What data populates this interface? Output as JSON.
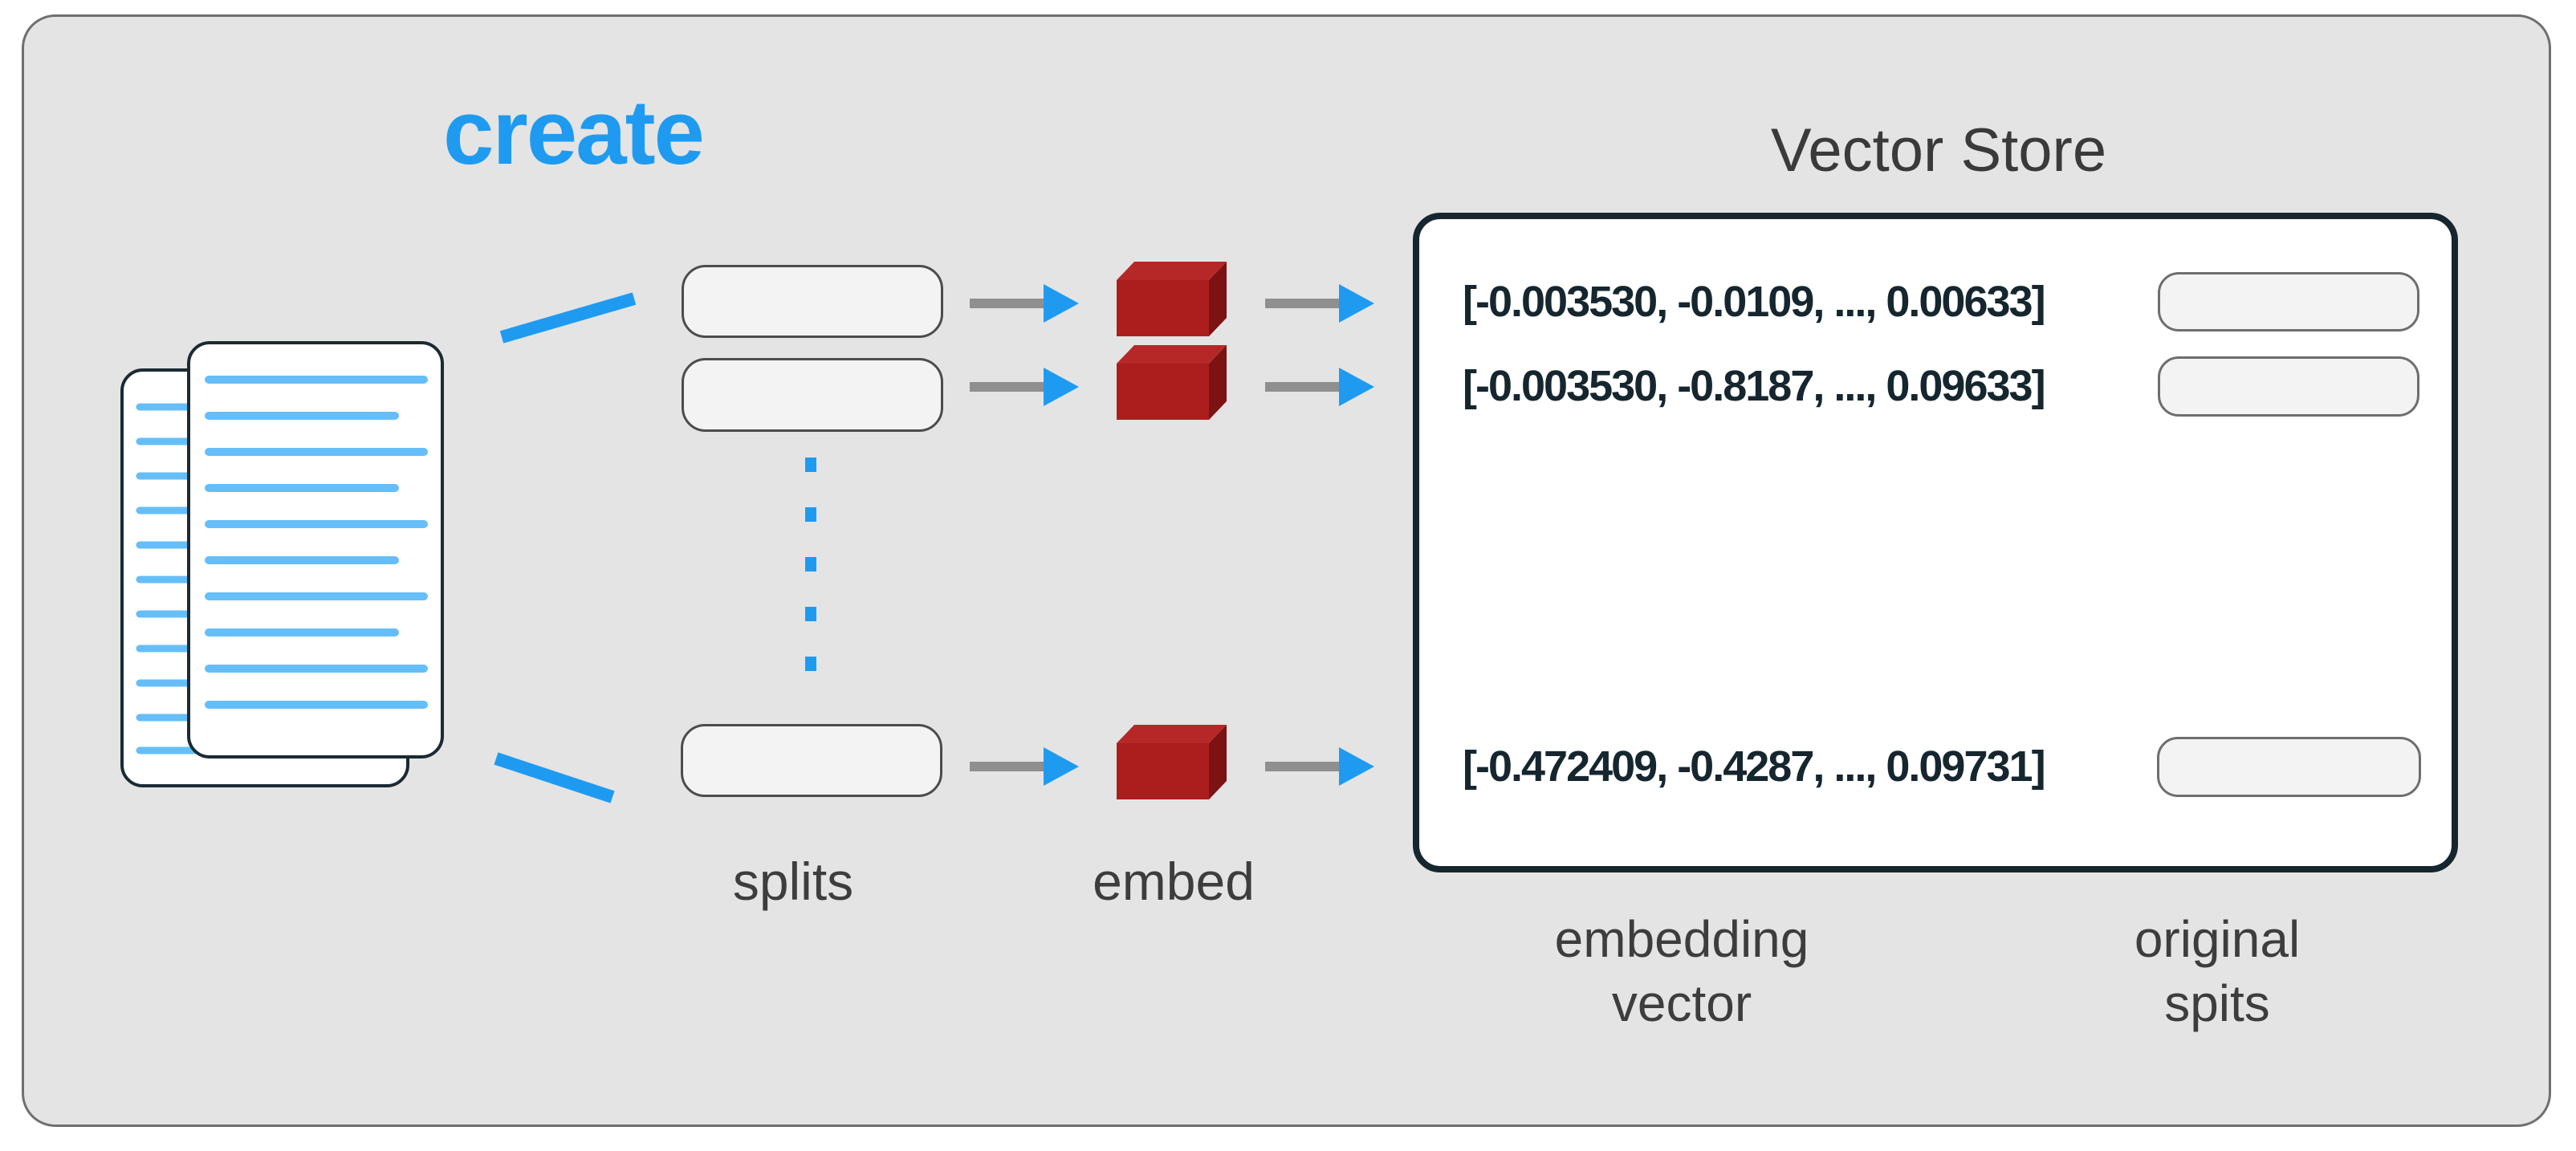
{
  "diagram": {
    "create_label": "create",
    "vector_store": {
      "title": "Vector Store",
      "rows": [
        {
          "embedding_vector": "[-0.003530, -0.0109, ..., 0.00633]"
        },
        {
          "embedding_vector": "[-0.003530, -0.8187, ..., 0.09633]"
        },
        {
          "embedding_vector": "[-0.472409, -0.4287, ..., 0.09731]"
        }
      ]
    },
    "labels": {
      "splits": "splits",
      "embed": "embed",
      "embedding_vector_line1": "embedding",
      "embedding_vector_line2": "vector",
      "original_splits_line1": "original",
      "original_splits_line2": "spits"
    },
    "icons": {
      "documents": "documents-icon",
      "embedding_cube": "embedding-cube-icon",
      "arrow_right": "arrow-right-icon"
    },
    "colors": {
      "accent_blue": "#1e9bf1",
      "doc_line_blue": "#65bef8",
      "arrow_shaft_gray": "#8f8f8f",
      "cube_red_front": "#ac1e1e",
      "cube_red_top": "#b62828",
      "cube_red_side": "#7c1212",
      "ink_dark": "#16262f",
      "label_gray": "#3d3d3d",
      "panel_gray": "#e4e4e4"
    }
  }
}
